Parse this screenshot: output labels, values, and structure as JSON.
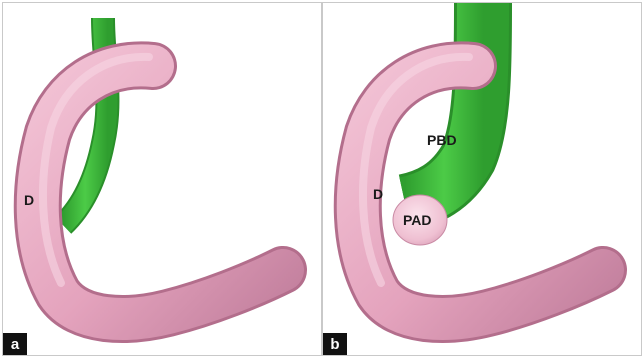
{
  "panels": [
    {
      "tag": "a",
      "labels": {
        "duodenum": "D"
      }
    },
    {
      "tag": "b",
      "labels": {
        "duodenum": "D",
        "pbd": "PBD",
        "pad": "PAD"
      }
    }
  ],
  "colors": {
    "duodenum": "#e4a3bd",
    "duodenum_shadow": "#b36e8c",
    "duct": "#3dbd3c",
    "duct_shadow": "#2a8f2a",
    "diverticulum": "#f2c8d8"
  }
}
